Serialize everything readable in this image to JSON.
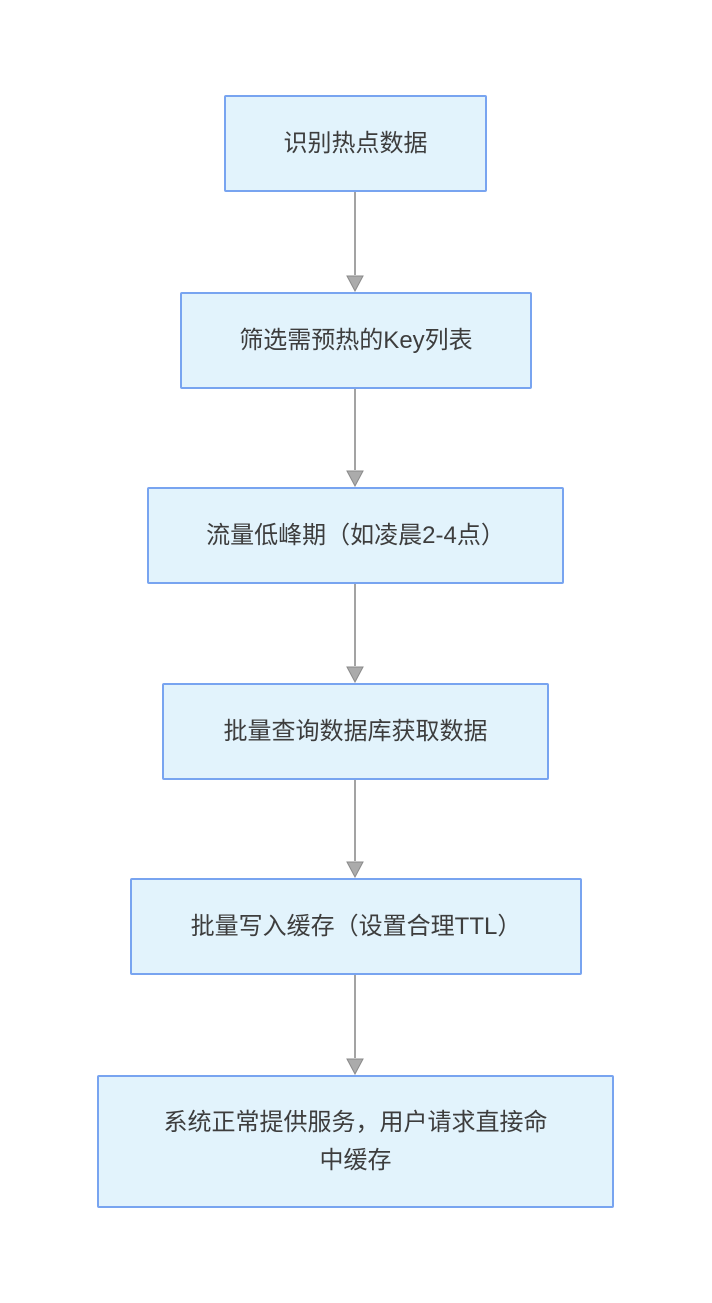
{
  "diagram": {
    "type": "flowchart",
    "direction": "top-to-bottom",
    "nodes": [
      {
        "id": "identify-hot-data",
        "label": "识别热点数据"
      },
      {
        "id": "filter-key-list",
        "label": "筛选需预热的Key列表"
      },
      {
        "id": "low-traffic-window",
        "label": "流量低峰期（如凌晨2-4点）"
      },
      {
        "id": "batch-query-db",
        "label": "批量查询数据库获取数据"
      },
      {
        "id": "batch-write-cache",
        "label": "批量写入缓存（设置合理TTL）"
      },
      {
        "id": "serve-requests",
        "label": "系统正常提供服务，用户请求直接命中缓存"
      }
    ],
    "edges": [
      {
        "from": "identify-hot-data",
        "to": "filter-key-list",
        "style": "solid-arrow"
      },
      {
        "from": "filter-key-list",
        "to": "low-traffic-window",
        "style": "solid-arrow"
      },
      {
        "from": "low-traffic-window",
        "to": "batch-query-db",
        "style": "solid-arrow"
      },
      {
        "from": "batch-query-db",
        "to": "batch-write-cache",
        "style": "solid-arrow"
      },
      {
        "from": "batch-write-cache",
        "to": "serve-requests",
        "style": "solid-arrow"
      }
    ],
    "colors": {
      "canvas-bg": "#FFFFFF",
      "node-fill": "#E2F3FC",
      "node-border": "#78A4F0",
      "node-text": "#3D3D3D",
      "arrow-line": "#A3A3A3",
      "arrow-head-fill": "#ABABAB",
      "arrow-head-stroke": "#8A8A8A"
    }
  }
}
